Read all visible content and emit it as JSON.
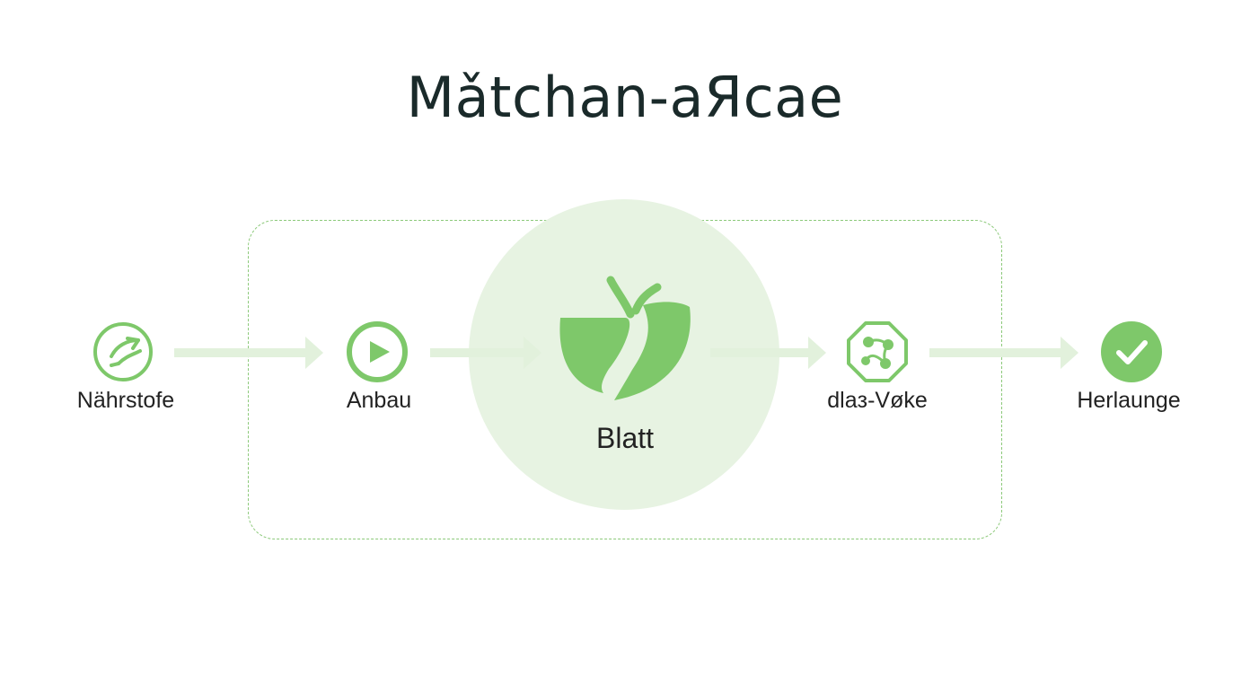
{
  "title": "Mǎtchan-aЯcae",
  "colors": {
    "accent": "#7ec86a",
    "accent_light": "#e7f3e2",
    "arrow": "#dff0d8",
    "text": "#1a2a2a"
  },
  "steps": [
    {
      "label": "Nährstofe",
      "icon": "swirl-circle-icon"
    },
    {
      "label": "Anbau",
      "icon": "play-circle-icon"
    },
    {
      "label": "Blatt",
      "icon": "leaf-fruit-icon"
    },
    {
      "label": "dlaз-Vøke",
      "icon": "molecule-octagon-icon"
    },
    {
      "label": "Herlaunge",
      "icon": "check-circle-icon"
    }
  ]
}
